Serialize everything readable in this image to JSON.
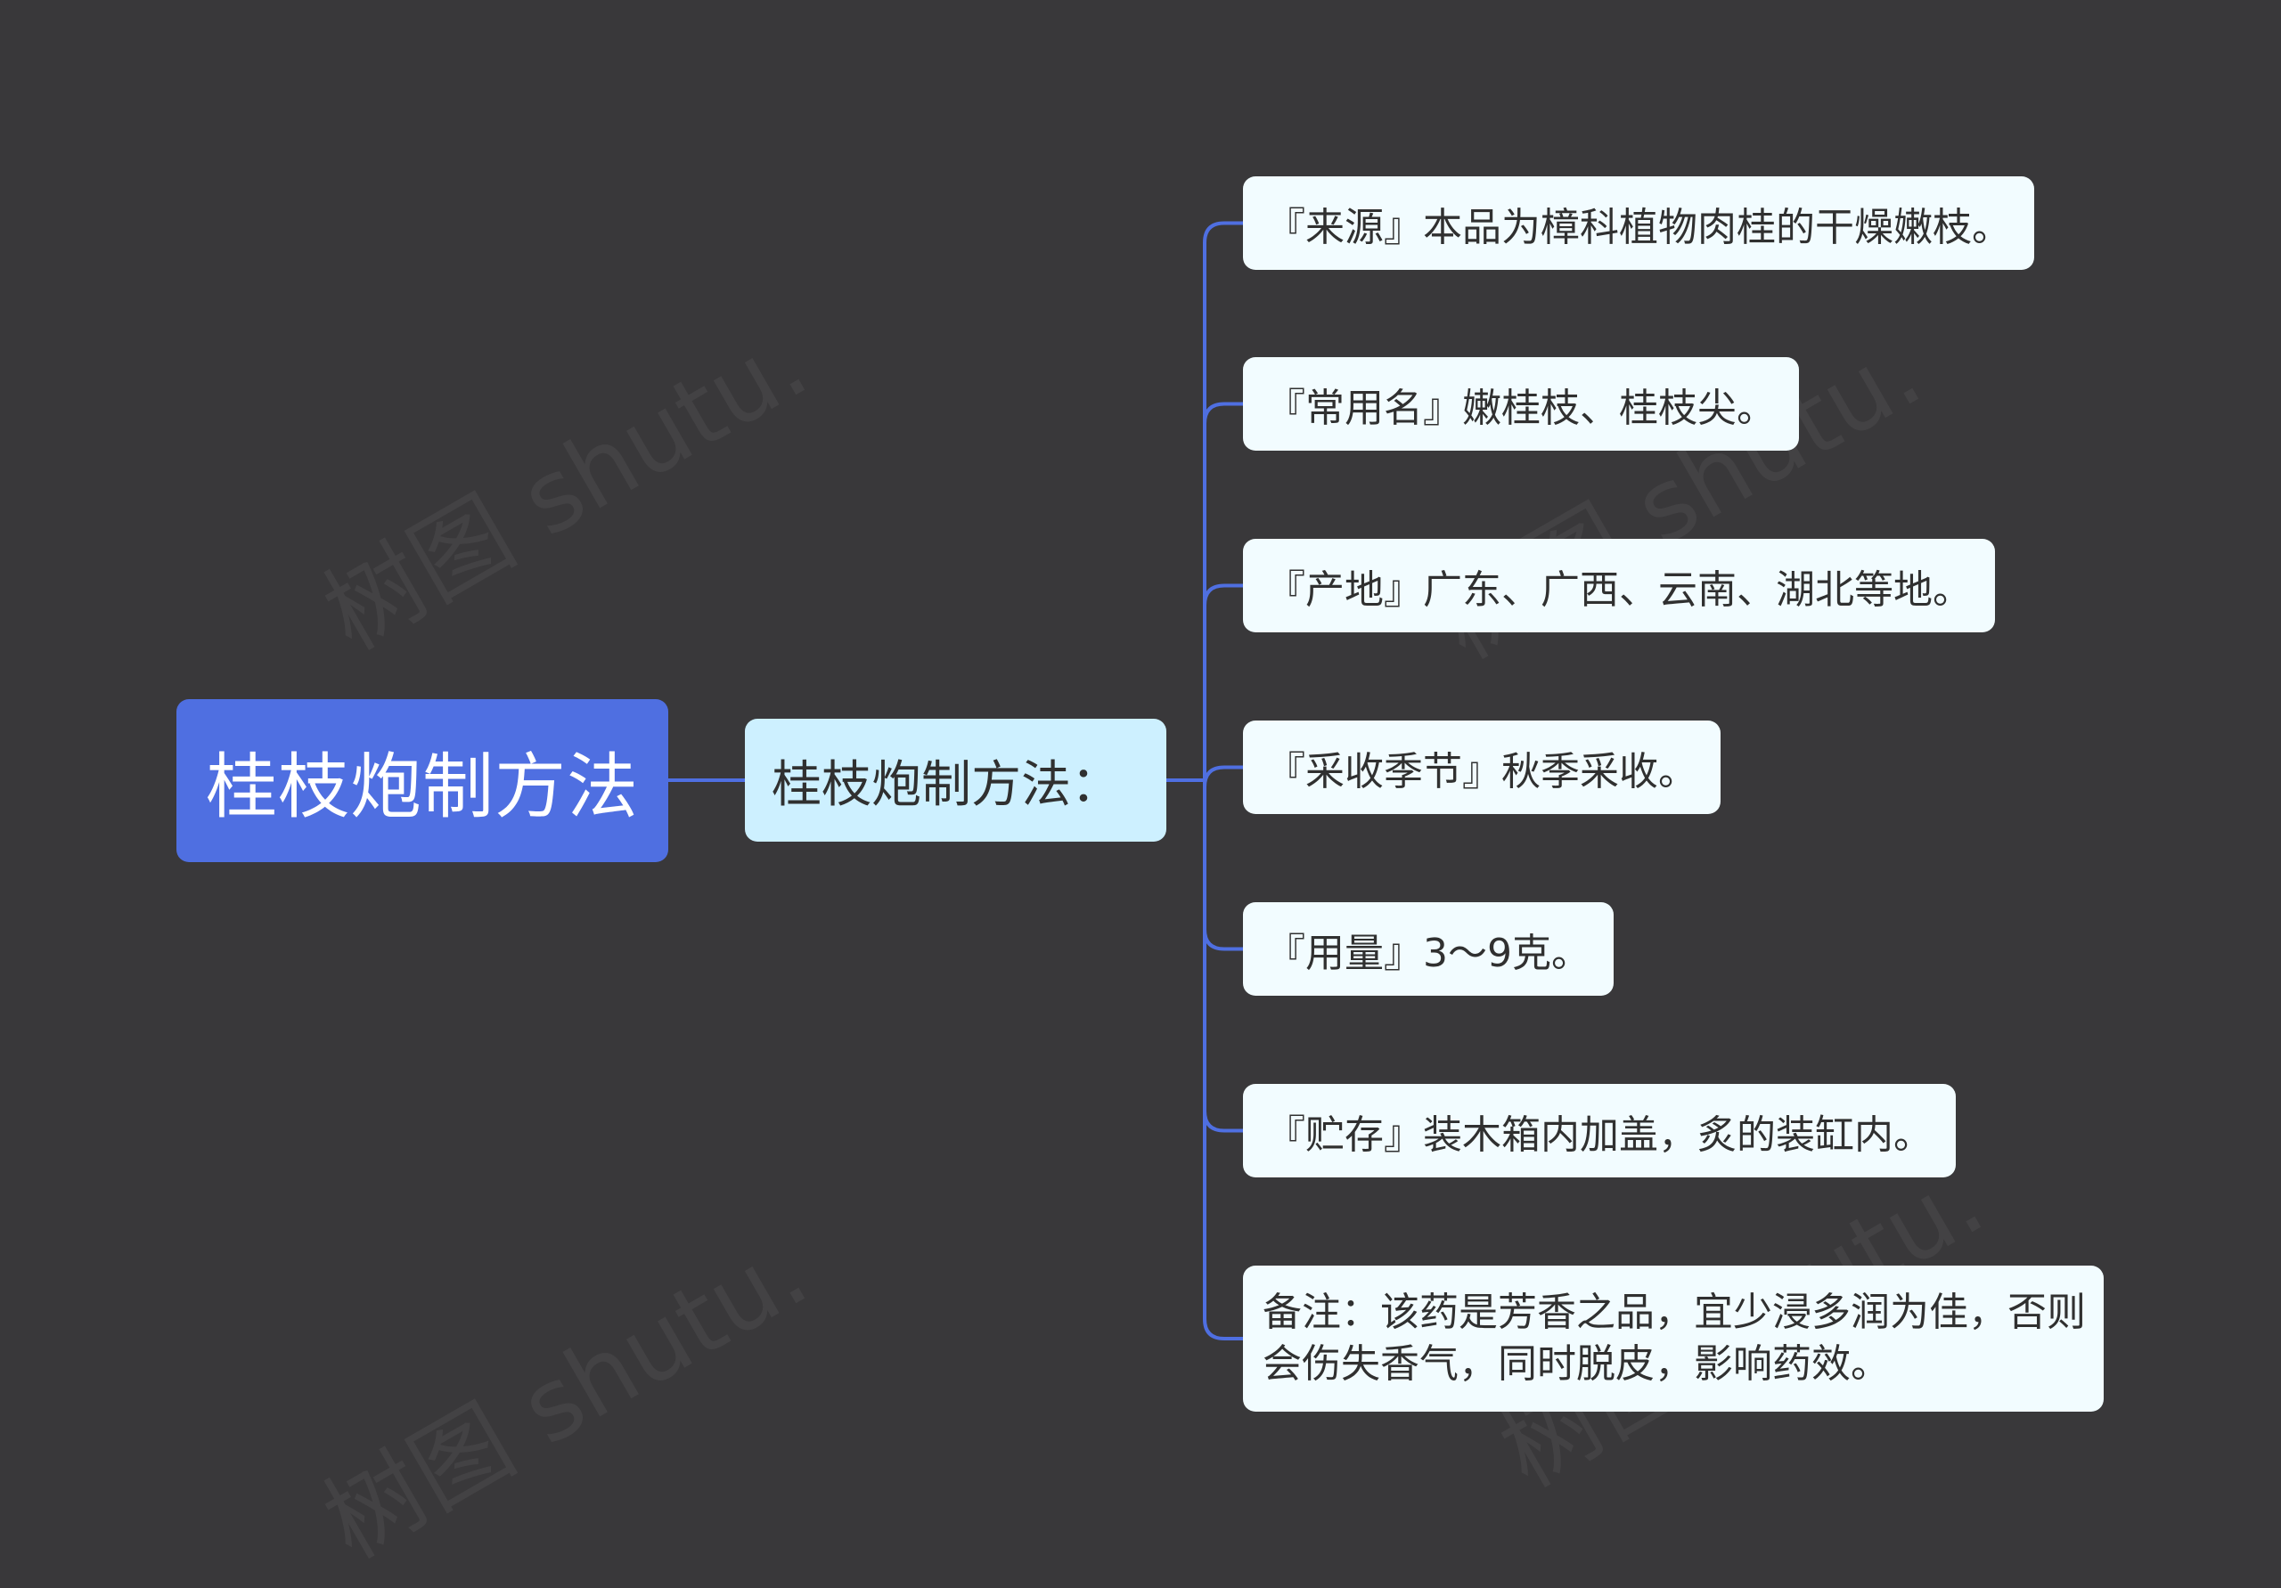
{
  "mindmap": {
    "root": {
      "label": "桂枝炮制方法"
    },
    "subtopic": {
      "label": "桂枝炮制方法："
    },
    "items": [
      {
        "label": "『来源』本品为樟科植物肉桂的干燥嫩枝。"
      },
      {
        "label": "『常用名』嫩桂枝、桂枝尖。"
      },
      {
        "label": "『产地』广东、广西、云南、湖北等地。"
      },
      {
        "label": "『采收季节』秋季采收。"
      },
      {
        "label": "『用量』3～9克。"
      },
      {
        "label": "『贮存』装木箱内加盖，炙的装缸内。"
      },
      {
        "label": "备注：该药是芳香之品，宜少浸多润为佳，否则会伤失香气，同时脱皮，影响药效。"
      }
    ]
  },
  "watermark": {
    "text": "树图 shutu."
  },
  "colors": {
    "background": "#39383a",
    "root_fill": "#4f6fe1",
    "subtopic_fill": "#cdf0ff",
    "leaf_fill": "#f2fcff",
    "connector": "#4f6fe1"
  }
}
